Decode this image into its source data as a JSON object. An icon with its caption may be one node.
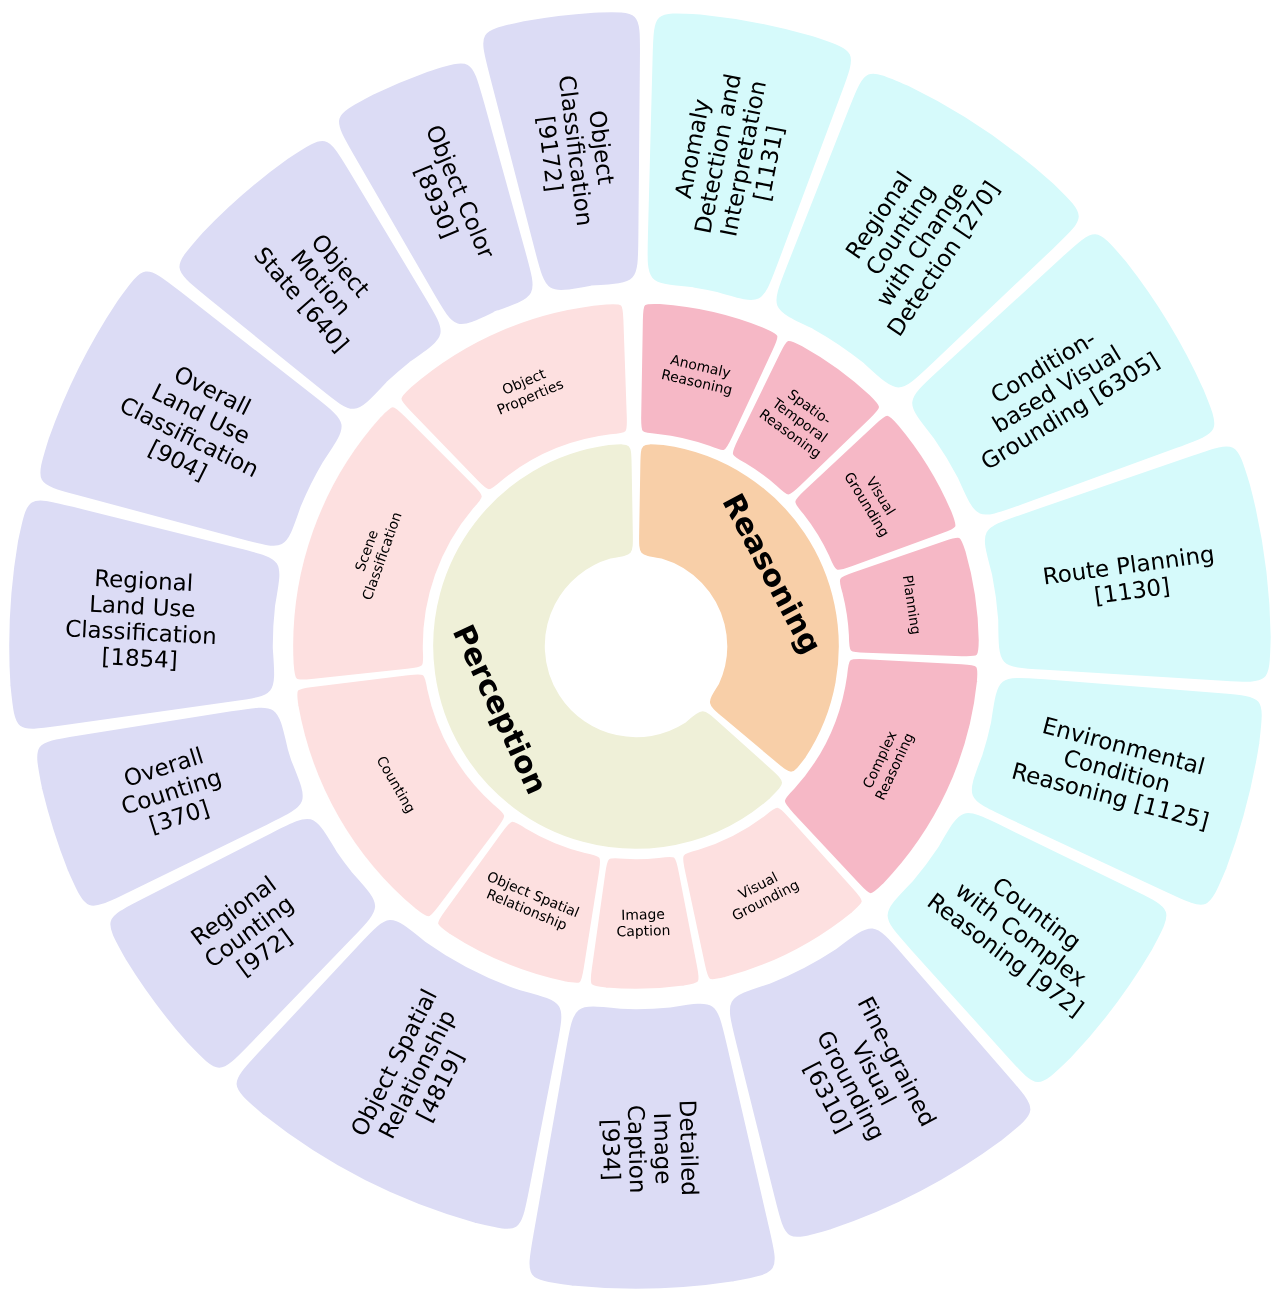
{
  "diagram": {
    "nodes": [
      {
        "text": [
          "Perception"
        ]
      },
      {
        "text": [
          "Reasoning"
        ]
      },
      {
        "text": [
          "Object Properties"
        ]
      },
      {
        "text": [
          "Scene Classification"
        ]
      },
      {
        "text": [
          "Counting"
        ]
      },
      {
        "text": [
          "Object Spatial Relationship"
        ]
      },
      {
        "text": [
          "Image Caption"
        ]
      },
      {
        "text": [
          "Visual Grounding"
        ]
      },
      {
        "text": [
          "Anomaly Reasoning"
        ]
      },
      {
        "text": [
          "Spatio-Temporal Reasoning"
        ]
      },
      {
        "text": [
          "Visual Grounding"
        ]
      },
      {
        "text": [
          "Planning"
        ]
      },
      {
        "text": [
          "Complex Reasoning"
        ]
      },
      {
        "text": [
          "Object Classification [9172]"
        ]
      },
      {
        "text": [
          "Object Color [8930]"
        ]
      },
      {
        "text": [
          "Object Motion State [640]"
        ]
      },
      {
        "text": [
          "Overall Land Use Classification [904]"
        ]
      },
      {
        "text": [
          "Regional Land Use Classification [1854]"
        ]
      },
      {
        "text": [
          "Overall Counting [370]"
        ]
      },
      {
        "text": [
          "Regional Counting [972]"
        ]
      },
      {
        "text": [
          "Object Spatial Relationship [4819]"
        ]
      },
      {
        "text": [
          "Detailed Image Caption [934]"
        ]
      },
      {
        "text": [
          "Fine-grained Visual Grounding [6310]"
        ]
      },
      {
        "text": [
          "Anomaly Detection and Interpretation [1131]"
        ]
      },
      {
        "text": [
          "Regional Counting with Change Detection [270]"
        ]
      },
      {
        "text": [
          "Condition-based Visual Grounding [6305]"
        ]
      },
      {
        "text": [
          "Route Planning [1130]"
        ]
      },
      {
        "text": [
          "Environmental Condition Reasoning [1125]"
        ]
      },
      {
        "text": [
          "Counting with Complex Reasoning [972]"
        ]
      }
    ]
  }
}
